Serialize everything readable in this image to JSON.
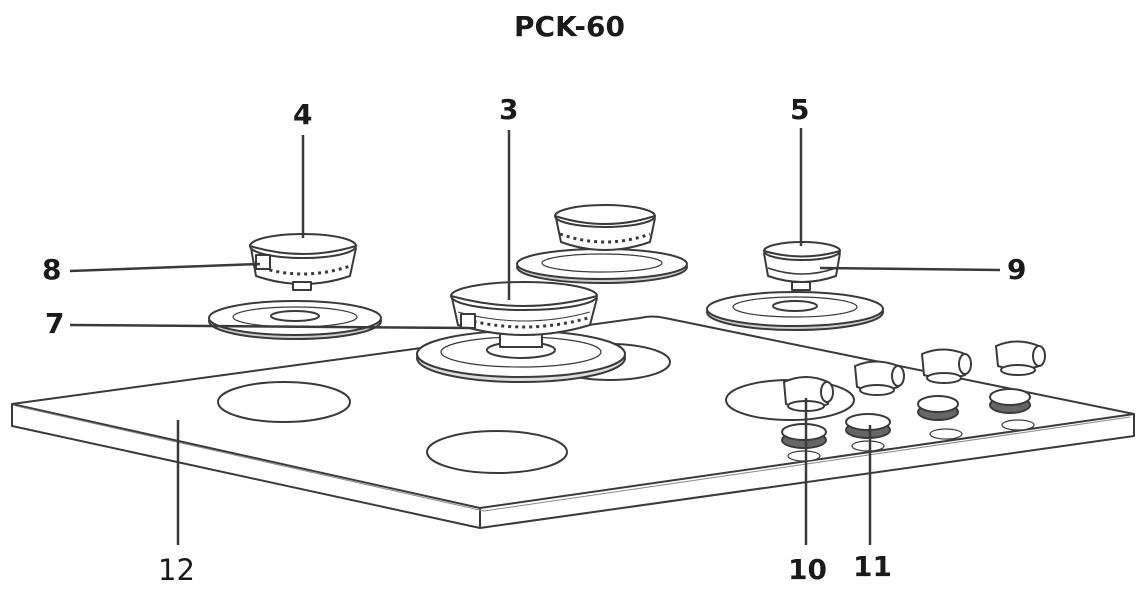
{
  "title": "PCK-60",
  "callouts": {
    "c3": "3",
    "c4": "4",
    "c5": "5",
    "c7": "7",
    "c8": "8",
    "c9": "9",
    "c10": "10",
    "c11": "11",
    "c12": "12"
  },
  "colors": {
    "line": "#3a3a3a",
    "fill": "#ffffff",
    "shade": "#cfcfcf",
    "dark": "#555555"
  }
}
